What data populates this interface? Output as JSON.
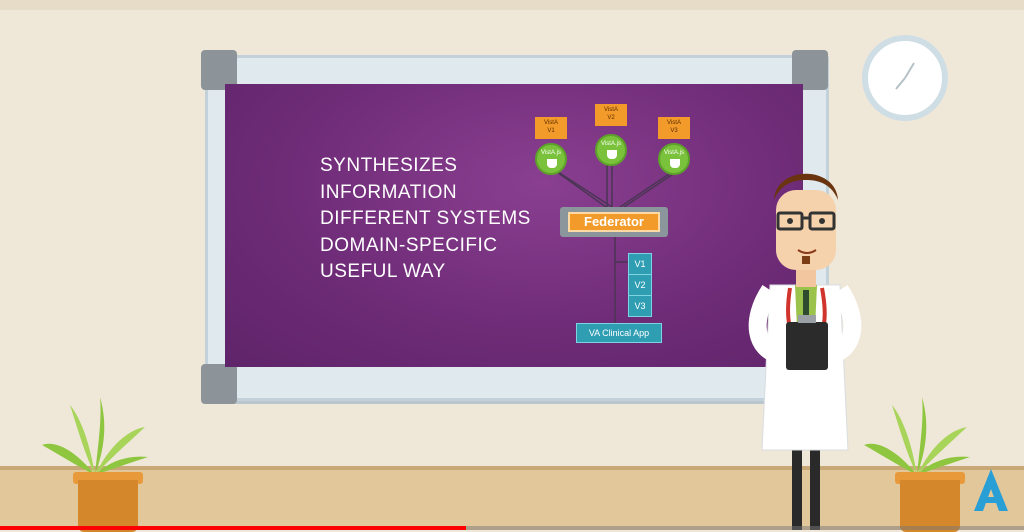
{
  "board": {
    "lines": [
      "SYNTHESIZES",
      "INFORMATION",
      "DIFFERENT SYSTEMS",
      "DOMAIN-SPECIFIC",
      "USEFUL WAY"
    ]
  },
  "diagram": {
    "sources": [
      {
        "label_line1": "VistA",
        "label_line2": "V1",
        "node_label": "VistA.js"
      },
      {
        "label_line1": "VistA",
        "label_line2": "V2",
        "node_label": "VistA.js"
      },
      {
        "label_line1": "VistA",
        "label_line2": "V3",
        "node_label": "VistA.js"
      }
    ],
    "federator_label": "Federator",
    "versions": [
      "V1",
      "V2",
      "V3"
    ],
    "app_label": "VA Clinical App"
  },
  "colors": {
    "board": "#6f2c78",
    "accent_orange": "#f39b2a",
    "node_green": "#7ac23b",
    "teal": "#2f9eb3",
    "progress": "#ff0000"
  },
  "video": {
    "progress_fraction": 0.455
  },
  "icons": [
    "clock-icon",
    "plug-icon",
    "brand-logo-icon"
  ]
}
